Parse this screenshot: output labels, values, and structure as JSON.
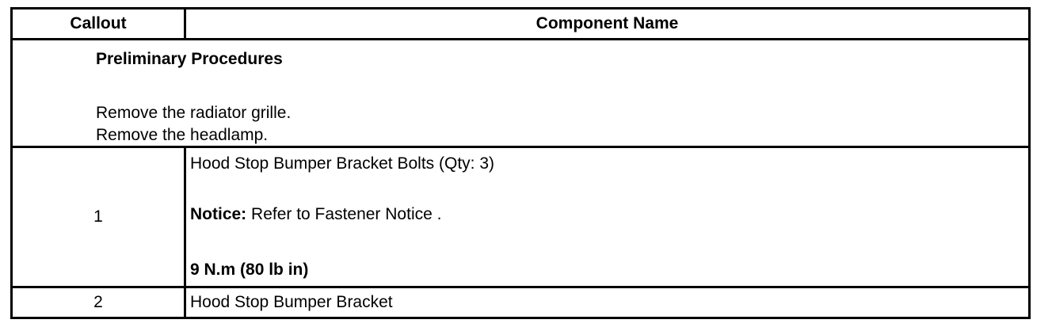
{
  "headers": {
    "callout": "Callout",
    "component": "Component Name"
  },
  "preliminary": {
    "title": "Preliminary Procedures",
    "steps": [
      "Remove the radiator grille.",
      "Remove the headlamp."
    ]
  },
  "rows": [
    {
      "callout": "1",
      "name": "Hood Stop Bumper Bracket Bolts (Qty: 3)",
      "notice_label": "Notice:",
      "notice_text": " Refer to Fastener Notice .",
      "torque": "9 N.m (80 lb in)"
    },
    {
      "callout": "2",
      "name": "Hood Stop Bumper Bracket"
    }
  ]
}
